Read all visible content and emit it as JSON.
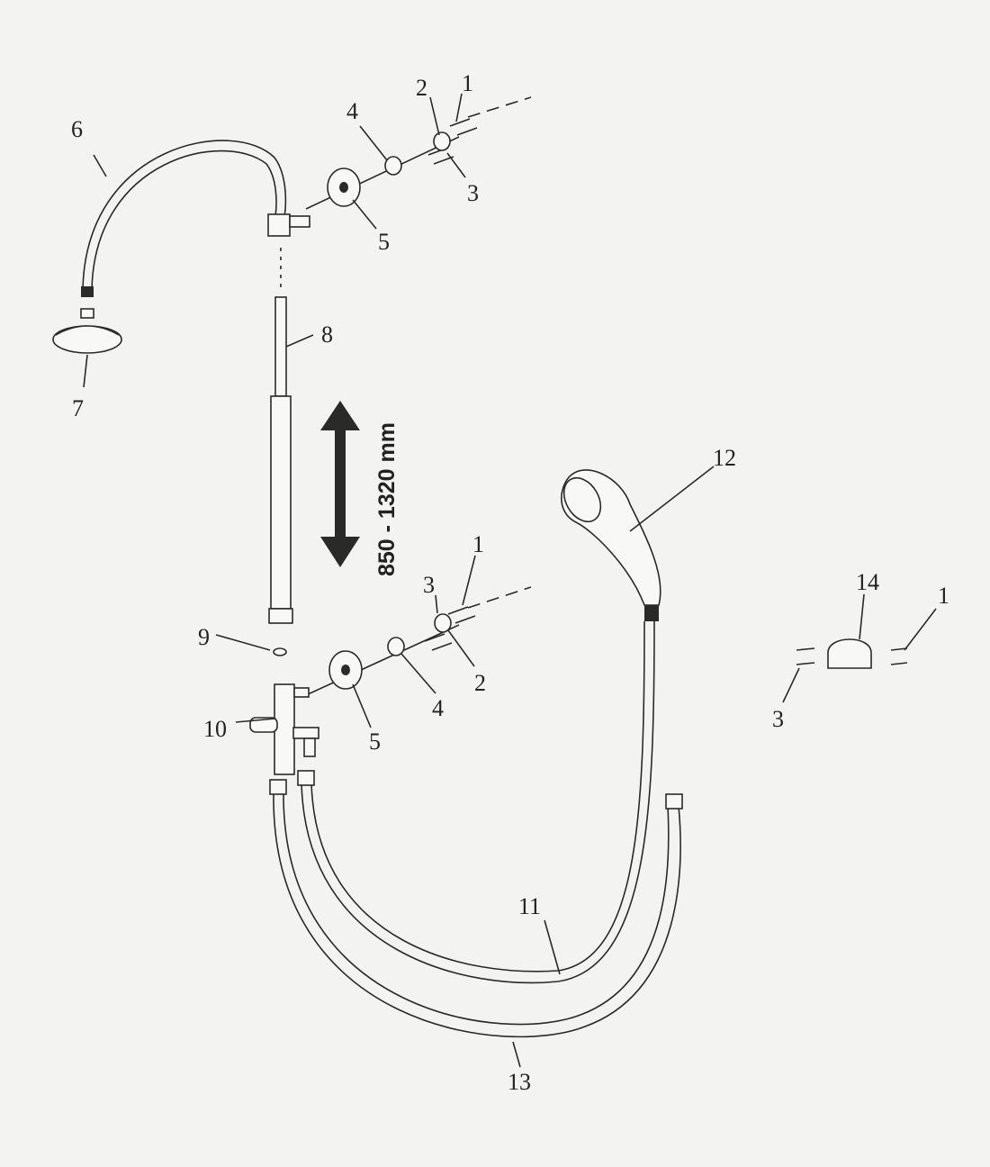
{
  "diagram": {
    "dimension_label": "850 - 1320 mm",
    "callouts_upper": [
      "1",
      "2",
      "3",
      "4",
      "5",
      "6",
      "7",
      "8"
    ],
    "callouts_lower": [
      "1",
      "2",
      "3",
      "4",
      "5",
      "9",
      "10",
      "11",
      "12",
      "13"
    ],
    "callouts_holder": [
      "14",
      "1",
      "3"
    ]
  }
}
